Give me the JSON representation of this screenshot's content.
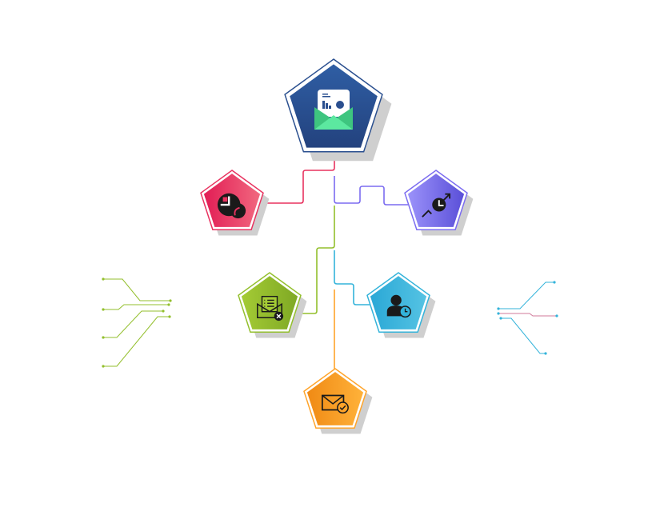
{
  "colors": {
    "hub": "#2a4f8f",
    "pink": "#e8325f",
    "purple": "#7b6cf0",
    "green": "#93bf2c",
    "cyan": "#33b3da",
    "orange": "#ffa42a",
    "shadow": "#cfcfcf"
  },
  "nodes": [
    {
      "id": "hub",
      "icon": "email-report-icon",
      "color": "#2a4f8f"
    },
    {
      "id": "pink",
      "icon": "pie-chart-wave-icon",
      "color": "#e8325f"
    },
    {
      "id": "purple",
      "icon": "growth-chart-icon",
      "color": "#7b6cf0"
    },
    {
      "id": "green",
      "icon": "email-rejected-icon",
      "color": "#93bf2c"
    },
    {
      "id": "cyan",
      "icon": "user-clock-icon",
      "color": "#33b3da"
    },
    {
      "id": "orange",
      "icon": "email-approved-icon",
      "color": "#ffa42a"
    }
  ]
}
